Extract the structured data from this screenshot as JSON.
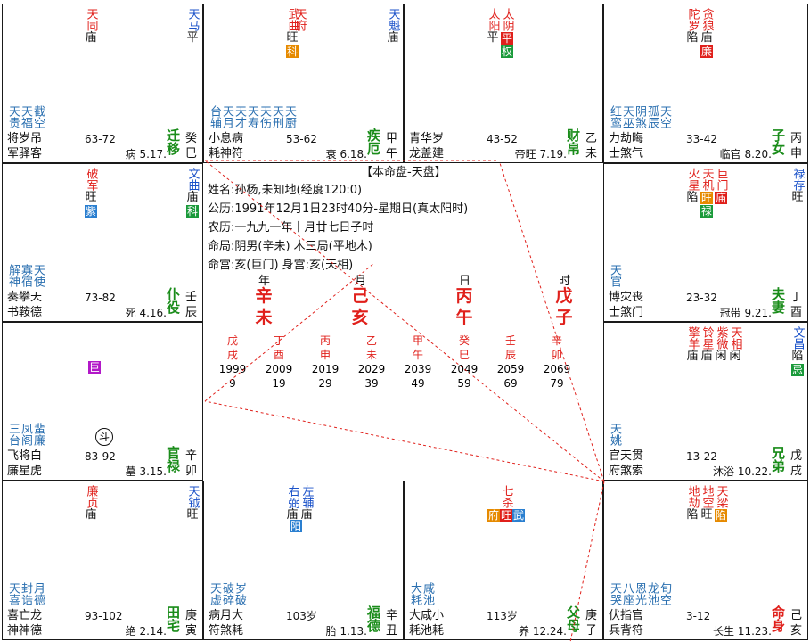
{
  "center": {
    "title": "【本命盘-天盘】",
    "lines": [
      "姓名:孙杨,未知地(经度120:0)",
      "公历:1991年12月1日23时40分-星期日(真太阳时)",
      "农历:一九九一年十月廿七日子时",
      "命局:阴男(辛未)      木三局(平地木)",
      "命宫:亥(巨门)          身宫:亥(天相)"
    ],
    "pillar_labels": [
      "年",
      "月",
      "日",
      "时"
    ],
    "pillars": [
      [
        "辛",
        "未"
      ],
      [
        "己",
        "亥"
      ],
      [
        "丙",
        "午"
      ],
      [
        "戊",
        "子"
      ]
    ],
    "dayun": [
      {
        "gan": "戊",
        "zhi": "戌",
        "year": "1999",
        "age": "9"
      },
      {
        "gan": "丁",
        "zhi": "酉",
        "year": "2009",
        "age": "19"
      },
      {
        "gan": "丙",
        "zhi": "申",
        "year": "2019",
        "age": "29"
      },
      {
        "gan": "乙",
        "zhi": "未",
        "year": "2029",
        "age": "39"
      },
      {
        "gan": "甲",
        "zhi": "午",
        "year": "2039",
        "age": "49"
      },
      {
        "gan": "癸",
        "zhi": "巳",
        "year": "2049",
        "age": "59"
      },
      {
        "gan": "壬",
        "zhi": "辰",
        "year": "2059",
        "age": "69"
      },
      {
        "gan": "辛",
        "zhi": "卯",
        "year": "2069",
        "age": "79"
      }
    ]
  },
  "cells": {
    "si": {
      "stars": [
        {
          "t": "天同",
          "c": "red",
          "b": "庙"
        },
        {
          "t": "天马",
          "c": "blue",
          "b": "平",
          "right": true
        }
      ],
      "minor": [
        "天贵",
        "天福",
        "截空"
      ],
      "row1": "将岁吊",
      "row2": "军驿客",
      "range": "63-72",
      "stage": "病 5.17.",
      "palace": "迁移",
      "gan": "癸",
      "zhi": "巳"
    },
    "wu": {
      "stars": [
        {
          "t": "武曲",
          "c": "red",
          "b": "旺",
          "badge": "科",
          "bc": "orange",
          "offset": -8
        },
        {
          "t": "天府",
          "c": "red",
          "b": ""
        },
        {
          "t": "天魁",
          "c": "blue",
          "b": "庙",
          "right": true
        }
      ],
      "minor": [
        "台辅",
        "天月",
        "天才",
        "天寿",
        "天伤",
        "天刑",
        "天厨"
      ],
      "row1": "小息病",
      "row2": "耗神符",
      "range": "53-62",
      "stage": "衰 6.18.",
      "palace": "疾厄",
      "gan": "甲",
      "zhi": "午"
    },
    "wei": {
      "stars": [
        {
          "t": "太阳",
          "c": "red",
          "b": "平"
        },
        {
          "t": "太阴",
          "c": "red",
          "b": "",
          "badge": "平",
          "bc": "red",
          "badge2": "权",
          "bc2": "green"
        }
      ],
      "minor": [],
      "row1": "青华岁",
      "row2": "龙盖建",
      "range": "43-52",
      "stage": "帝旺 7.19.",
      "palace": "财帛",
      "gan": "乙",
      "zhi": "未"
    },
    "shen": {
      "stars": [
        {
          "t": "陀罗",
          "c": "red",
          "b": "陷"
        },
        {
          "t": "贪狼",
          "c": "red",
          "b": "庙",
          "badge": "廉",
          "bc": "red"
        }
      ],
      "minor": [
        "红鸾",
        "天巫",
        "阴煞",
        "孤辰",
        "天空"
      ],
      "row1": "力劫晦",
      "row2": "士煞气",
      "range": "33-42",
      "stage": "临官 8.20.",
      "palace": "子女",
      "gan": "丙",
      "zhi": "申"
    },
    "chen": {
      "stars": [
        {
          "t": "破军",
          "c": "red",
          "b": "旺",
          "badge": "紫",
          "bc": "blue"
        },
        {
          "t": "文曲",
          "c": "blue",
          "b": "庙",
          "badge": "科",
          "bc": "green",
          "right": true
        }
      ],
      "minor": [
        "解神",
        "寡宿",
        "天使"
      ],
      "row1": "奏攀天",
      "row2": "书鞍德",
      "range": "73-82",
      "stage": "死 4.16.",
      "palace": "仆役",
      "gan": "壬",
      "zhi": "辰"
    },
    "you": {
      "stars": [
        {
          "t": "火星",
          "c": "red",
          "b": "陷"
        },
        {
          "t": "天机",
          "c": "red",
          "b": "",
          "badge": "旺",
          "bc": "orange",
          "badge2": "禄",
          "bc2": "green"
        },
        {
          "t": "巨门",
          "c": "red",
          "b": "",
          "badge": "庙",
          "bc": "red"
        },
        {
          "t": "禄存",
          "c": "blue",
          "b": "旺",
          "right": true
        }
      ],
      "minor": [
        "天官"
      ],
      "row1": "博灾丧",
      "row2": "士煞门",
      "range": "23-32",
      "stage": "冠带 9.21.",
      "palace": "夫妻",
      "gan": "丁",
      "zhi": "酉"
    },
    "mao": {
      "stars": [],
      "center_badge": "巨",
      "minor": [
        "三台",
        "凤阁",
        "蜚廉"
      ],
      "row1": "飞将白",
      "row2": "廉星虎",
      "range": "83-92",
      "stage": "墓 3.15.",
      "palace": "官禄",
      "gan": "辛",
      "zhi": "卯",
      "dou": "斗"
    },
    "xu": {
      "stars": [
        {
          "t": "擎羊",
          "c": "red",
          "b": "庙"
        },
        {
          "t": "铃星",
          "c": "red",
          "b": "庙"
        },
        {
          "t": "紫微",
          "c": "red",
          "b": "闲"
        },
        {
          "t": "天相",
          "c": "red",
          "b": "闲"
        },
        {
          "t": "文昌",
          "c": "blue",
          "b": "陷",
          "badge": "忌",
          "bc": "green",
          "right": true
        }
      ],
      "minor": [
        "天姚"
      ],
      "row1": "官天贯",
      "row2": "府煞索",
      "range": "13-22",
      "stage": "沐浴 10.22.",
      "palace": "兄弟",
      "gan": "戊",
      "zhi": "戌"
    },
    "yin": {
      "stars": [
        {
          "t": "廉贞",
          "c": "red",
          "b": "庙"
        },
        {
          "t": "天钺",
          "c": "blue",
          "b": "旺",
          "right": true
        }
      ],
      "minor": [
        "天喜",
        "封诰",
        "月德"
      ],
      "row1": "喜亡龙",
      "row2": "神神德",
      "range": "93-102",
      "stage": "绝 2.14.",
      "palace": "田宅",
      "gan": "庚",
      "zhi": "寅"
    },
    "chou": {
      "stars": [
        {
          "t": "右弼",
          "c": "blue",
          "b": "庙"
        },
        {
          "t": "左辅",
          "c": "blue",
          "b": "庙"
        }
      ],
      "center_badge": "阳",
      "minor": [
        "天虚",
        "破碎",
        "岁破"
      ],
      "row1": "病月大",
      "row2": "符煞耗",
      "range": "103岁",
      "stage": "胎 1.13.",
      "palace": "福德",
      "gan": "辛",
      "zhi": "丑"
    },
    "zi": {
      "stars": [
        {
          "t": "七杀",
          "c": "red",
          "b": "",
          "badges": [
            "府",
            "旺",
            "武"
          ]
        }
      ],
      "minor": [
        "大耗",
        "咸池"
      ],
      "row1": "大咸小",
      "row2": "耗池耗",
      "range": "113岁",
      "stage": "养 12.24.",
      "palace": "父母",
      "gan": "庚",
      "zhi": "子"
    },
    "hai": {
      "stars": [
        {
          "t": "地劫",
          "c": "red",
          "b": "陷"
        },
        {
          "t": "地空",
          "c": "red",
          "b": "旺"
        },
        {
          "t": "天梁",
          "c": "red",
          "b": "",
          "badge": "陷",
          "bc": "orange"
        }
      ],
      "minor": [
        "天哭",
        "八座",
        "恩光",
        "龙池",
        "旬空"
      ],
      "row1": "伏指官",
      "row2": "兵背符",
      "range": "3-12",
      "stage": "长生 11.23.",
      "palace": "命身",
      "gan": "己",
      "zhi": "亥"
    }
  }
}
